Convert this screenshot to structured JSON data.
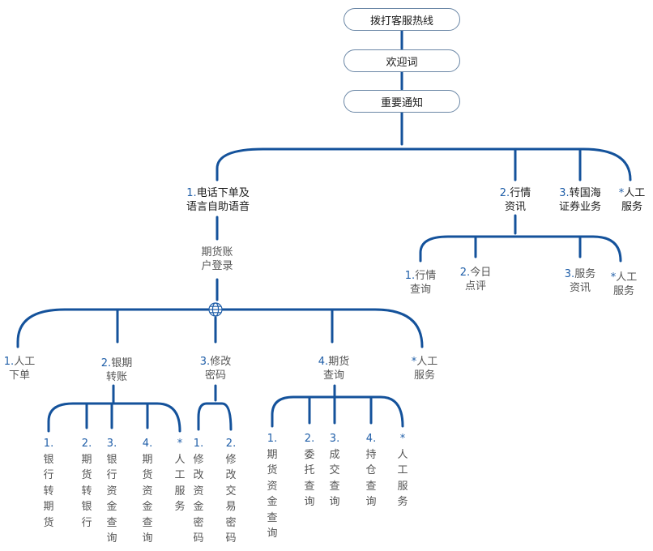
{
  "top_boxes": [
    {
      "label": "拨打客服热线"
    },
    {
      "label": "欢迎词"
    },
    {
      "label": "重要通知"
    }
  ],
  "level1": [
    {
      "num": "1.",
      "lines": [
        "电话下单及",
        "语言自助语音"
      ]
    },
    {
      "num": "2.",
      "lines": [
        "行情",
        "资讯"
      ]
    },
    {
      "num": "3.",
      "lines": [
        "转国海",
        "证券业务"
      ]
    },
    {
      "num": "*",
      "lines": [
        "人工",
        "服务"
      ]
    }
  ],
  "login": {
    "lines": [
      "期货账",
      "户登录"
    ]
  },
  "market_sub": [
    {
      "num": "1.",
      "lines": [
        "行情",
        "查询"
      ]
    },
    {
      "num": "2.",
      "lines": [
        "今日",
        "点评"
      ]
    },
    {
      "num": "3.",
      "lines": [
        "服务",
        "资讯"
      ]
    },
    {
      "num": "*",
      "lines": [
        "人工",
        "服务"
      ]
    }
  ],
  "level2": [
    {
      "num": "1.",
      "lines": [
        "人工",
        "下单"
      ]
    },
    {
      "num": "2.",
      "lines": [
        "银期",
        "转账"
      ]
    },
    {
      "num": "3.",
      "lines": [
        "修改",
        "密码"
      ]
    },
    {
      "num": "4.",
      "lines": [
        "期货",
        "查询"
      ]
    },
    {
      "num": "*",
      "lines": [
        "人工",
        "服务"
      ]
    }
  ],
  "transfer_sub": [
    {
      "num": "1.",
      "text": "银行转期货"
    },
    {
      "num": "2.",
      "text": "期货转银行"
    },
    {
      "num": "3.",
      "text": "银行资金查询"
    },
    {
      "num": "4.",
      "text": "期货资金查询"
    },
    {
      "num": "*",
      "text": "人工服务"
    }
  ],
  "password_sub": [
    {
      "num": "1.",
      "text": "修改资金密码"
    },
    {
      "num": "2.",
      "text": "修改交易密码"
    }
  ],
  "query_sub": [
    {
      "num": "1.",
      "text": "期货资金查询"
    },
    {
      "num": "2.",
      "text": "委托查询"
    },
    {
      "num": "3.",
      "text": "成交查询"
    },
    {
      "num": "4.",
      "text": "持仓查询"
    },
    {
      "num": "*",
      "text": "人工服务"
    }
  ],
  "colors": {
    "line": "#14529b",
    "box_border": "#6b87a6",
    "number": "#1f5ea8"
  },
  "icons": {
    "hub": "globe-icon"
  }
}
